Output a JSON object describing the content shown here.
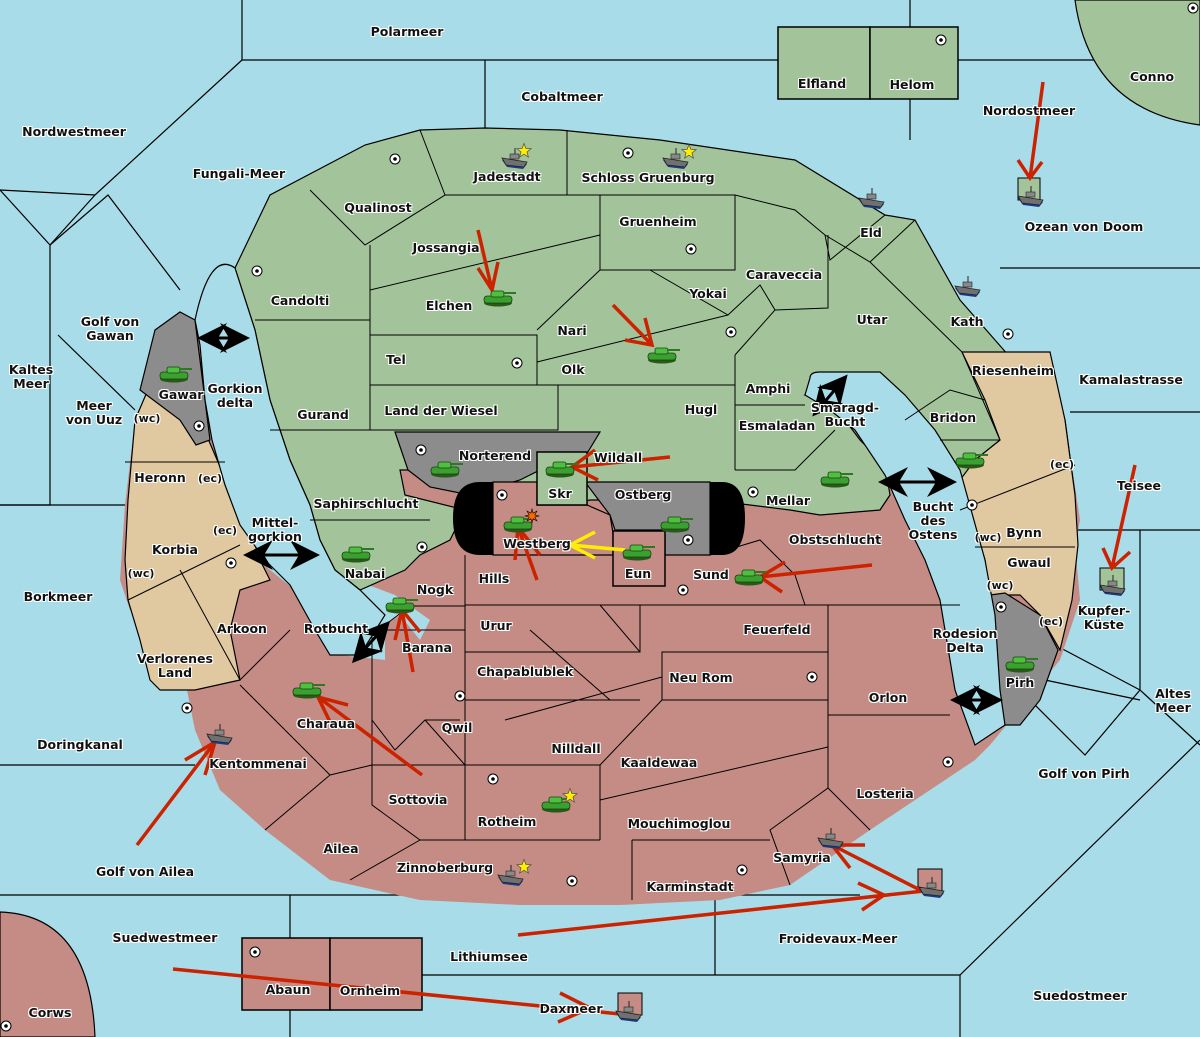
{
  "colors": {
    "sea": "#a8dce8",
    "green_power": "#a3c49a",
    "red_power": "#c48c84",
    "tan_neutral": "#e0c8a0",
    "grey_neutral": "#8c8c8c",
    "impassable": "#000000",
    "order_arrow": "#cc2200",
    "support_arrow": "#ffee00",
    "supply_center_marker": "#ffffff",
    "star": "#ffee00"
  },
  "sea_regions": [
    {
      "name": "Polarmeer"
    },
    {
      "name": "Cobaltmeer"
    },
    {
      "name": "Nordwestmeer"
    },
    {
      "name": "Fungali-Meer"
    },
    {
      "name": "Nordostmeer"
    },
    {
      "name": "Ozean von Doom"
    },
    {
      "name": "Golf von\nGawan"
    },
    {
      "name": "Kaltes\nMeer"
    },
    {
      "name": "Meer\nvon Uuz"
    },
    {
      "name": "Gorkion\ndelta"
    },
    {
      "name": "Mittel-\ngorkion"
    },
    {
      "name": "Borkmeer"
    },
    {
      "name": "Rotbucht"
    },
    {
      "name": "Doringkanal"
    },
    {
      "name": "Golf von Ailea"
    },
    {
      "name": "Suedwestmeer"
    },
    {
      "name": "Lithiumsee"
    },
    {
      "name": "Daxmeer"
    },
    {
      "name": "Froidevaux-Meer"
    },
    {
      "name": "Suedostmeer"
    },
    {
      "name": "Golf von Pirh"
    },
    {
      "name": "Altes\nMeer"
    },
    {
      "name": "Kupfer-\nKüste"
    },
    {
      "name": "Teisee"
    },
    {
      "name": "Kamalastrasse"
    },
    {
      "name": "Smaragd-\nBucht"
    },
    {
      "name": "Bucht\ndes\nOstens"
    },
    {
      "name": "Rodesion\nDelta"
    }
  ],
  "land_regions": [
    {
      "name": "Elfland",
      "owner": "green"
    },
    {
      "name": "Helom",
      "owner": "green",
      "supply": true
    },
    {
      "name": "Conno",
      "owner": "green",
      "supply": true
    },
    {
      "name": "Jadestadt",
      "owner": "green",
      "supply": true
    },
    {
      "name": "Schloss Gruenburg",
      "owner": "green",
      "supply": true
    },
    {
      "name": "Qualinost",
      "owner": "green"
    },
    {
      "name": "Jossangia",
      "owner": "green"
    },
    {
      "name": "Gruenheim",
      "owner": "green",
      "supply": true
    },
    {
      "name": "Eld",
      "owner": "green"
    },
    {
      "name": "Candolti",
      "owner": "green",
      "supply": true
    },
    {
      "name": "Elchen",
      "owner": "green"
    },
    {
      "name": "Caraveccia",
      "owner": "green"
    },
    {
      "name": "Yokai",
      "owner": "green",
      "supply": true
    },
    {
      "name": "Nari",
      "owner": "green"
    },
    {
      "name": "Utar",
      "owner": "green"
    },
    {
      "name": "Kath",
      "owner": "green",
      "supply": true
    },
    {
      "name": "Tel",
      "owner": "green",
      "supply": true
    },
    {
      "name": "Olk",
      "owner": "green"
    },
    {
      "name": "Amphi",
      "owner": "green"
    },
    {
      "name": "Gurand",
      "owner": "green"
    },
    {
      "name": "Land der Wiesel",
      "owner": "green"
    },
    {
      "name": "Hugl",
      "owner": "green"
    },
    {
      "name": "Esmaladan",
      "owner": "green"
    },
    {
      "name": "Bridon",
      "owner": "green",
      "supply": true
    },
    {
      "name": "Norterend",
      "owner": "grey",
      "supply": true
    },
    {
      "name": "Wildall",
      "owner": "green"
    },
    {
      "name": "Skr",
      "owner": "green"
    },
    {
      "name": "Mellar",
      "owner": "green",
      "supply": true
    },
    {
      "name": "Saphirschlucht",
      "owner": "green"
    },
    {
      "name": "Nabai",
      "owner": "green",
      "supply": true
    },
    {
      "name": "Westberg",
      "owner": "red",
      "supply": true
    },
    {
      "name": "Ostberg",
      "owner": "grey",
      "supply": true
    },
    {
      "name": "Eun",
      "owner": "red"
    },
    {
      "name": "Hills",
      "owner": "red"
    },
    {
      "name": "Sund",
      "owner": "red",
      "supply": true
    },
    {
      "name": "Obstschlucht",
      "owner": "red"
    },
    {
      "name": "Nogk",
      "owner": "red"
    },
    {
      "name": "Barana",
      "owner": "red"
    },
    {
      "name": "Urur",
      "owner": "red"
    },
    {
      "name": "Feuerfeld",
      "owner": "red"
    },
    {
      "name": "Chapablublek",
      "owner": "red"
    },
    {
      "name": "Neu Rom",
      "owner": "red",
      "supply": true
    },
    {
      "name": "Qwil",
      "owner": "red",
      "supply": true
    },
    {
      "name": "Nilldall",
      "owner": "red"
    },
    {
      "name": "Kaaldewaa",
      "owner": "red"
    },
    {
      "name": "Orlon",
      "owner": "red"
    },
    {
      "name": "Charaua",
      "owner": "red"
    },
    {
      "name": "Kentommenai",
      "owner": "red",
      "supply": true
    },
    {
      "name": "Sottovia",
      "owner": "red"
    },
    {
      "name": "Rotheim",
      "owner": "red",
      "supply": true
    },
    {
      "name": "Mouchimoglou",
      "owner": "red"
    },
    {
      "name": "Losteria",
      "owner": "red",
      "supply": true
    },
    {
      "name": "Ailea",
      "owner": "red"
    },
    {
      "name": "Zinnoberburg",
      "owner": "red",
      "supply": true
    },
    {
      "name": "Karminstadt",
      "owner": "red",
      "supply": true
    },
    {
      "name": "Samyria",
      "owner": "red"
    },
    {
      "name": "Abaun",
      "owner": "red",
      "supply": true
    },
    {
      "name": "Ornheim",
      "owner": "red"
    },
    {
      "name": "Corws",
      "owner": "red",
      "supply": true
    },
    {
      "name": "Gawar",
      "owner": "grey",
      "supply": true
    },
    {
      "name": "Heronn",
      "owner": "tan"
    },
    {
      "name": "Korbia",
      "owner": "tan",
      "supply": true
    },
    {
      "name": "Verlorenes\nLand",
      "owner": "tan"
    },
    {
      "name": "Arkoon",
      "owner": "tan"
    },
    {
      "name": "Riesenheim",
      "owner": "tan"
    },
    {
      "name": "Bynn",
      "owner": "tan"
    },
    {
      "name": "Gwaul",
      "owner": "tan",
      "supply": true
    },
    {
      "name": "Pirh",
      "owner": "grey"
    }
  ],
  "coast_labels": [
    "(wc)",
    "(ec)",
    "(ec)",
    "(wc)",
    "(ec)",
    "(wc)",
    "(wc)",
    "(ec)"
  ],
  "units": [
    {
      "type": "fleet",
      "at": "Jadestadt",
      "home_star": true
    },
    {
      "type": "fleet",
      "at": "Schloss Gruenburg",
      "home_star": true
    },
    {
      "type": "fleet",
      "at": "Eld"
    },
    {
      "type": "fleet",
      "at": "Kath"
    },
    {
      "type": "fleet",
      "at": "Ozean von Doom",
      "dislodged_marker": "green"
    },
    {
      "type": "army",
      "at": "Elchen"
    },
    {
      "type": "army",
      "at": "Olk"
    },
    {
      "type": "army",
      "at": "Gawar"
    },
    {
      "type": "army",
      "at": "Norterend"
    },
    {
      "type": "army",
      "at": "Skr"
    },
    {
      "type": "army",
      "at": "Nabai"
    },
    {
      "type": "army",
      "at": "Mellar"
    },
    {
      "type": "army",
      "at": "Bridon"
    },
    {
      "type": "army",
      "at": "Westberg",
      "explosion": true
    },
    {
      "type": "army",
      "at": "Ostberg"
    },
    {
      "type": "army",
      "at": "Eun"
    },
    {
      "type": "army",
      "at": "Sund"
    },
    {
      "type": "army",
      "at": "Nogk"
    },
    {
      "type": "army",
      "at": "Charaua"
    },
    {
      "type": "army",
      "at": "Rotheim",
      "home_star": true
    },
    {
      "type": "army",
      "at": "Pirh"
    },
    {
      "type": "fleet",
      "at": "Kentommenai"
    },
    {
      "type": "fleet",
      "at": "Zinnoberburg",
      "home_star": true
    },
    {
      "type": "fleet",
      "at": "Samyria"
    },
    {
      "type": "fleet",
      "at": "Froidevaux-Meer",
      "dislodged_marker": "red"
    },
    {
      "type": "fleet",
      "at": "Daxmeer",
      "dislodged_marker": "red"
    },
    {
      "type": "fleet",
      "at": "Kupfer-Küste",
      "dislodged_marker": "green"
    }
  ],
  "orders": [
    {
      "kind": "move",
      "from": "Jossangia",
      "to": "Elchen"
    },
    {
      "kind": "move",
      "from": "Nari",
      "to": "Olk"
    },
    {
      "kind": "move",
      "from": "Wildall",
      "to": "Skr"
    },
    {
      "kind": "move",
      "from": "Obstschlucht",
      "to": "Sund"
    },
    {
      "kind": "move",
      "from": "Hills",
      "to": "Westberg"
    },
    {
      "kind": "support",
      "from": "Eun",
      "to": "Westberg"
    },
    {
      "kind": "move",
      "from": "Barana",
      "to": "Nogk"
    },
    {
      "kind": "move",
      "from": "Sottovia",
      "to": "Charaua"
    },
    {
      "kind": "move",
      "from": "Golf von Ailea",
      "to": "Kentommenai"
    },
    {
      "kind": "move",
      "from": "Froidevaux-Meer",
      "to": "Samyria"
    },
    {
      "kind": "move",
      "from": "Lithiumsee",
      "to": "Froidevaux-Meer"
    },
    {
      "kind": "move",
      "from": "Suedwestmeer",
      "to": "Daxmeer"
    },
    {
      "kind": "move",
      "from": "Nordostmeer",
      "to": "Ozean von Doom"
    },
    {
      "kind": "move",
      "from": "Teisee",
      "to": "Kupfer-Küste"
    }
  ],
  "canals": [
    "Gawar-Gorkion",
    "Mittelgorkion",
    "Rotbucht",
    "Smaragd-Bucht",
    "Bucht des Ostens",
    "Rodesion Delta"
  ]
}
